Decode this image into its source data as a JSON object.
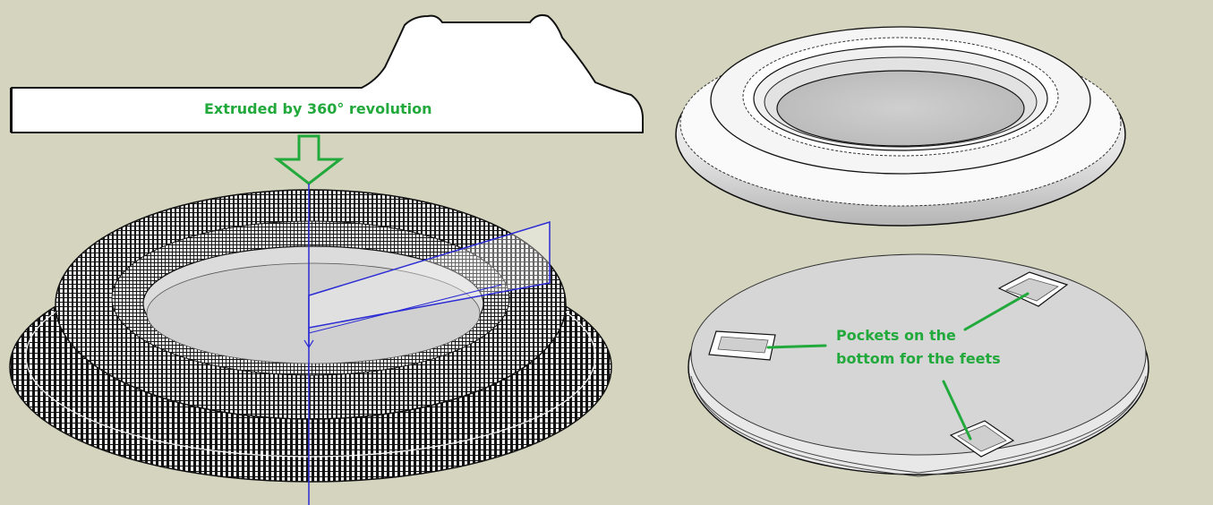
{
  "annotations": {
    "extrude_label": "Extruded by 360° revolution",
    "pockets_label_line1": "Pockets on the",
    "pockets_label_line2": "bottom for the feets"
  },
  "colors": {
    "background": "#d5d4bf",
    "annotation": "#22a93c",
    "axis": "#2b2bd6",
    "wire": "#111111",
    "surface": "#f2f2f2",
    "shaded": "#c9c9c9"
  }
}
